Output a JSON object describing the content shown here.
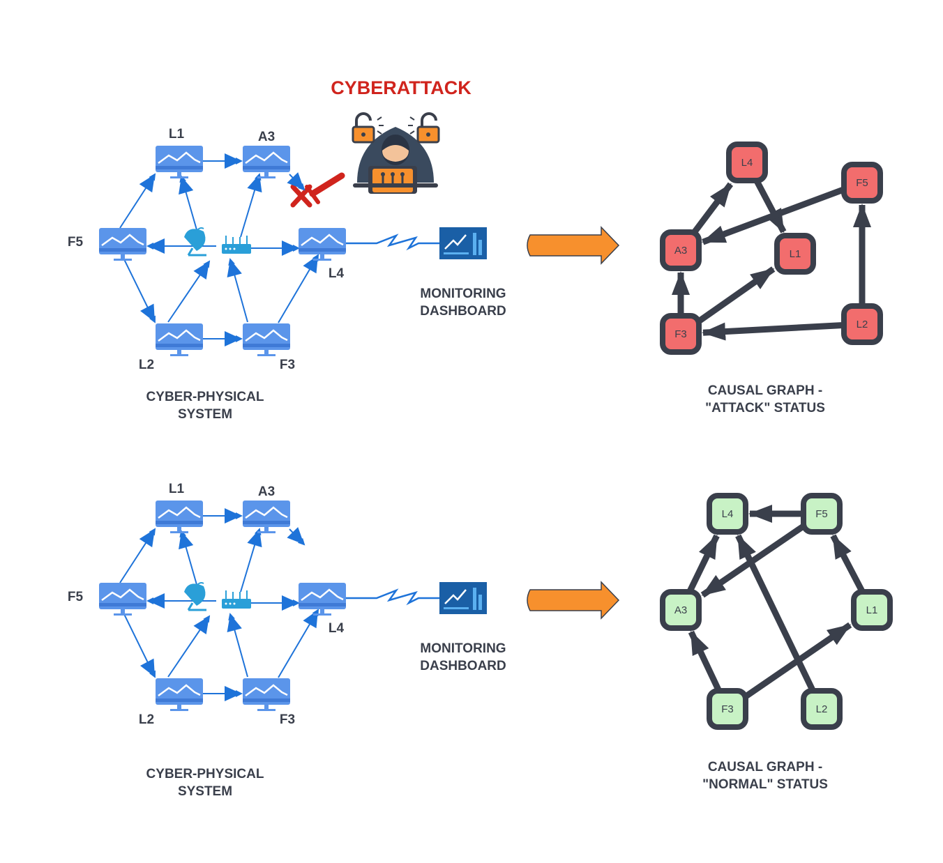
{
  "colors": {
    "network_blue": "#1e73d9",
    "monitor_blue": "#5b95ea",
    "dashboard_blue": "#1a5fa6",
    "arrow_orange": "#f7902d",
    "graph_edge": "#3a3f4b",
    "attack_node": "#f26d6d",
    "normal_node": "#c8f2c5",
    "attack_red": "#d0241d"
  },
  "attack_title": "CYBERATTACK",
  "panels": [
    {
      "id": "top",
      "cps": {
        "nodes": {
          "L1": "L1",
          "A3": "A3",
          "F5": "F5",
          "L4": "L4",
          "L2": "L2",
          "F3": "F3"
        },
        "caption_line1": "CYBER-PHYSICAL",
        "caption_line2": "SYSTEM"
      },
      "dashboard": {
        "line1": "MONITORING",
        "line2": "DASHBOARD",
        "icon": "dashboard-chart-icon"
      },
      "graph": {
        "status": "attack",
        "caption_line1": "CAUSAL GRAPH -",
        "caption_line2": "\"ATTACK\" STATUS",
        "nodes": [
          "L4",
          "F5",
          "A3",
          "L1",
          "F3",
          "L2"
        ],
        "edges": [
          {
            "from": "A3",
            "to": "L4"
          },
          {
            "from": "L4",
            "to": "L1"
          },
          {
            "from": "F5",
            "to": "A3"
          },
          {
            "from": "F3",
            "to": "A3"
          },
          {
            "from": "F3",
            "to": "L1"
          },
          {
            "from": "L2",
            "to": "F5"
          },
          {
            "from": "L2",
            "to": "F3"
          }
        ]
      }
    },
    {
      "id": "bottom",
      "cps": {
        "nodes": {
          "L1": "L1",
          "A3": "A3",
          "F5": "F5",
          "L4": "L4",
          "L2": "L2",
          "F3": "F3"
        },
        "caption_line1": "CYBER-PHYSICAL",
        "caption_line2": "SYSTEM"
      },
      "dashboard": {
        "line1": "MONITORING",
        "line2": "DASHBOARD",
        "icon": "dashboard-chart-icon"
      },
      "graph": {
        "status": "normal",
        "caption_line1": "CAUSAL GRAPH -",
        "caption_line2": "\"NORMAL\" STATUS",
        "nodes": [
          "L4",
          "F5",
          "A3",
          "L1",
          "F3",
          "L2"
        ],
        "edges": [
          {
            "from": "F5",
            "to": "L4"
          },
          {
            "from": "A3",
            "to": "L4"
          },
          {
            "from": "F5",
            "to": "A3"
          },
          {
            "from": "L1",
            "to": "F5"
          },
          {
            "from": "F3",
            "to": "A3"
          },
          {
            "from": "F3",
            "to": "L1"
          },
          {
            "from": "L2",
            "to": "L4"
          }
        ]
      }
    }
  ]
}
